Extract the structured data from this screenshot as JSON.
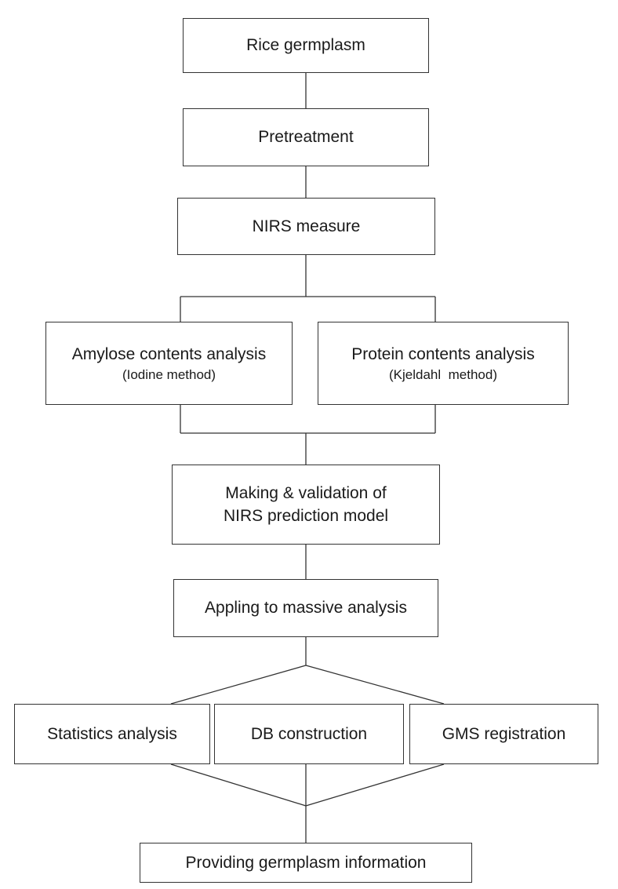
{
  "flowchart": {
    "rice_germplasm": "Rice germplasm",
    "pretreatment": "Pretreatment",
    "nirs_measure": "NIRS measure",
    "amylose": {
      "title": "Amylose contents analysis",
      "method": "(Iodine method)"
    },
    "protein": {
      "title": "Protein contents analysis",
      "method": "(Kjeldahl  method)"
    },
    "model": {
      "line1": "Making & validation of",
      "line2": "NIRS prediction model"
    },
    "massive_analysis": "Appling to massive analysis",
    "statistics": "Statistics analysis",
    "db_construction": "DB construction",
    "gms_registration": "GMS registration",
    "providing": "Providing germplasm information"
  }
}
